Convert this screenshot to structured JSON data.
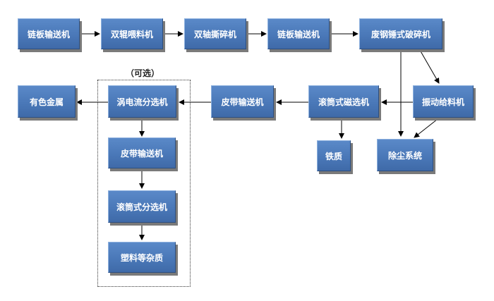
{
  "nodes": {
    "chain_conveyor_1": "链板输送机",
    "twin_roll_feeder": "双辊喂料机",
    "twin_shaft_shredder": "双轴撕碎机",
    "chain_conveyor_2": "链板输送机",
    "scrap_hammer_crusher": "废钢锤式破碎机",
    "vibrating_feeder": "振动给料机",
    "drum_magnetic_separator": "滚筒式磁选机",
    "belt_conveyor_1": "皮带输送机",
    "eddy_current_separator": "涡电流分选机",
    "nonferrous_metal": "有色金属",
    "iron": "铁质",
    "dust_removal": "除尘系统",
    "belt_conveyor_2": "皮带输送机",
    "drum_separator": "滚筒式分选机",
    "plastic_impurities": "塑料等杂质"
  },
  "optional_label": "（可选）",
  "colors": {
    "box_fill": "#4a78b8",
    "box_text": "#ffffff",
    "arrow": "#000000"
  }
}
